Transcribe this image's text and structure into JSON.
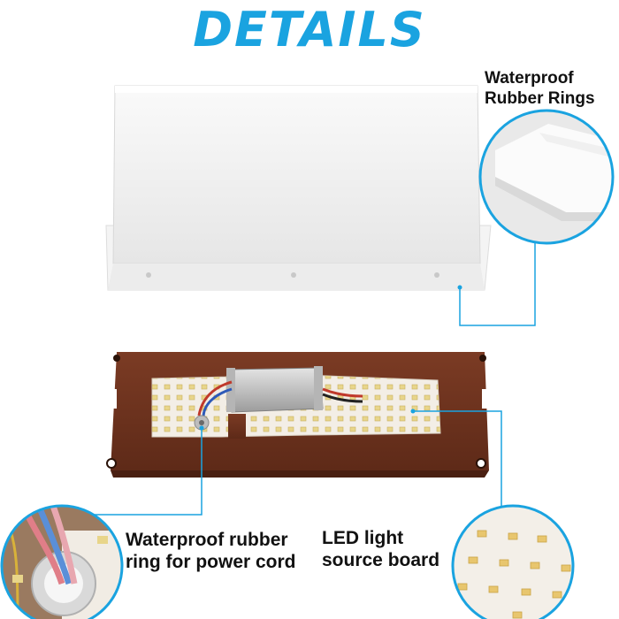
{
  "heading": "DETAILS",
  "callouts": {
    "rubber_rings": {
      "line1": "Waterproof",
      "line2": "Rubber Rings"
    },
    "power_cord_ring": {
      "line1": "Waterproof rubber",
      "line2": "ring for power cord"
    },
    "led_board": {
      "line1": "LED light",
      "line2": "source board"
    }
  },
  "colors": {
    "heading": "#1aa3e0",
    "callout_line": "#1aa3e0",
    "housing": "#7a3a22",
    "cover": "#f2f2f2"
  }
}
